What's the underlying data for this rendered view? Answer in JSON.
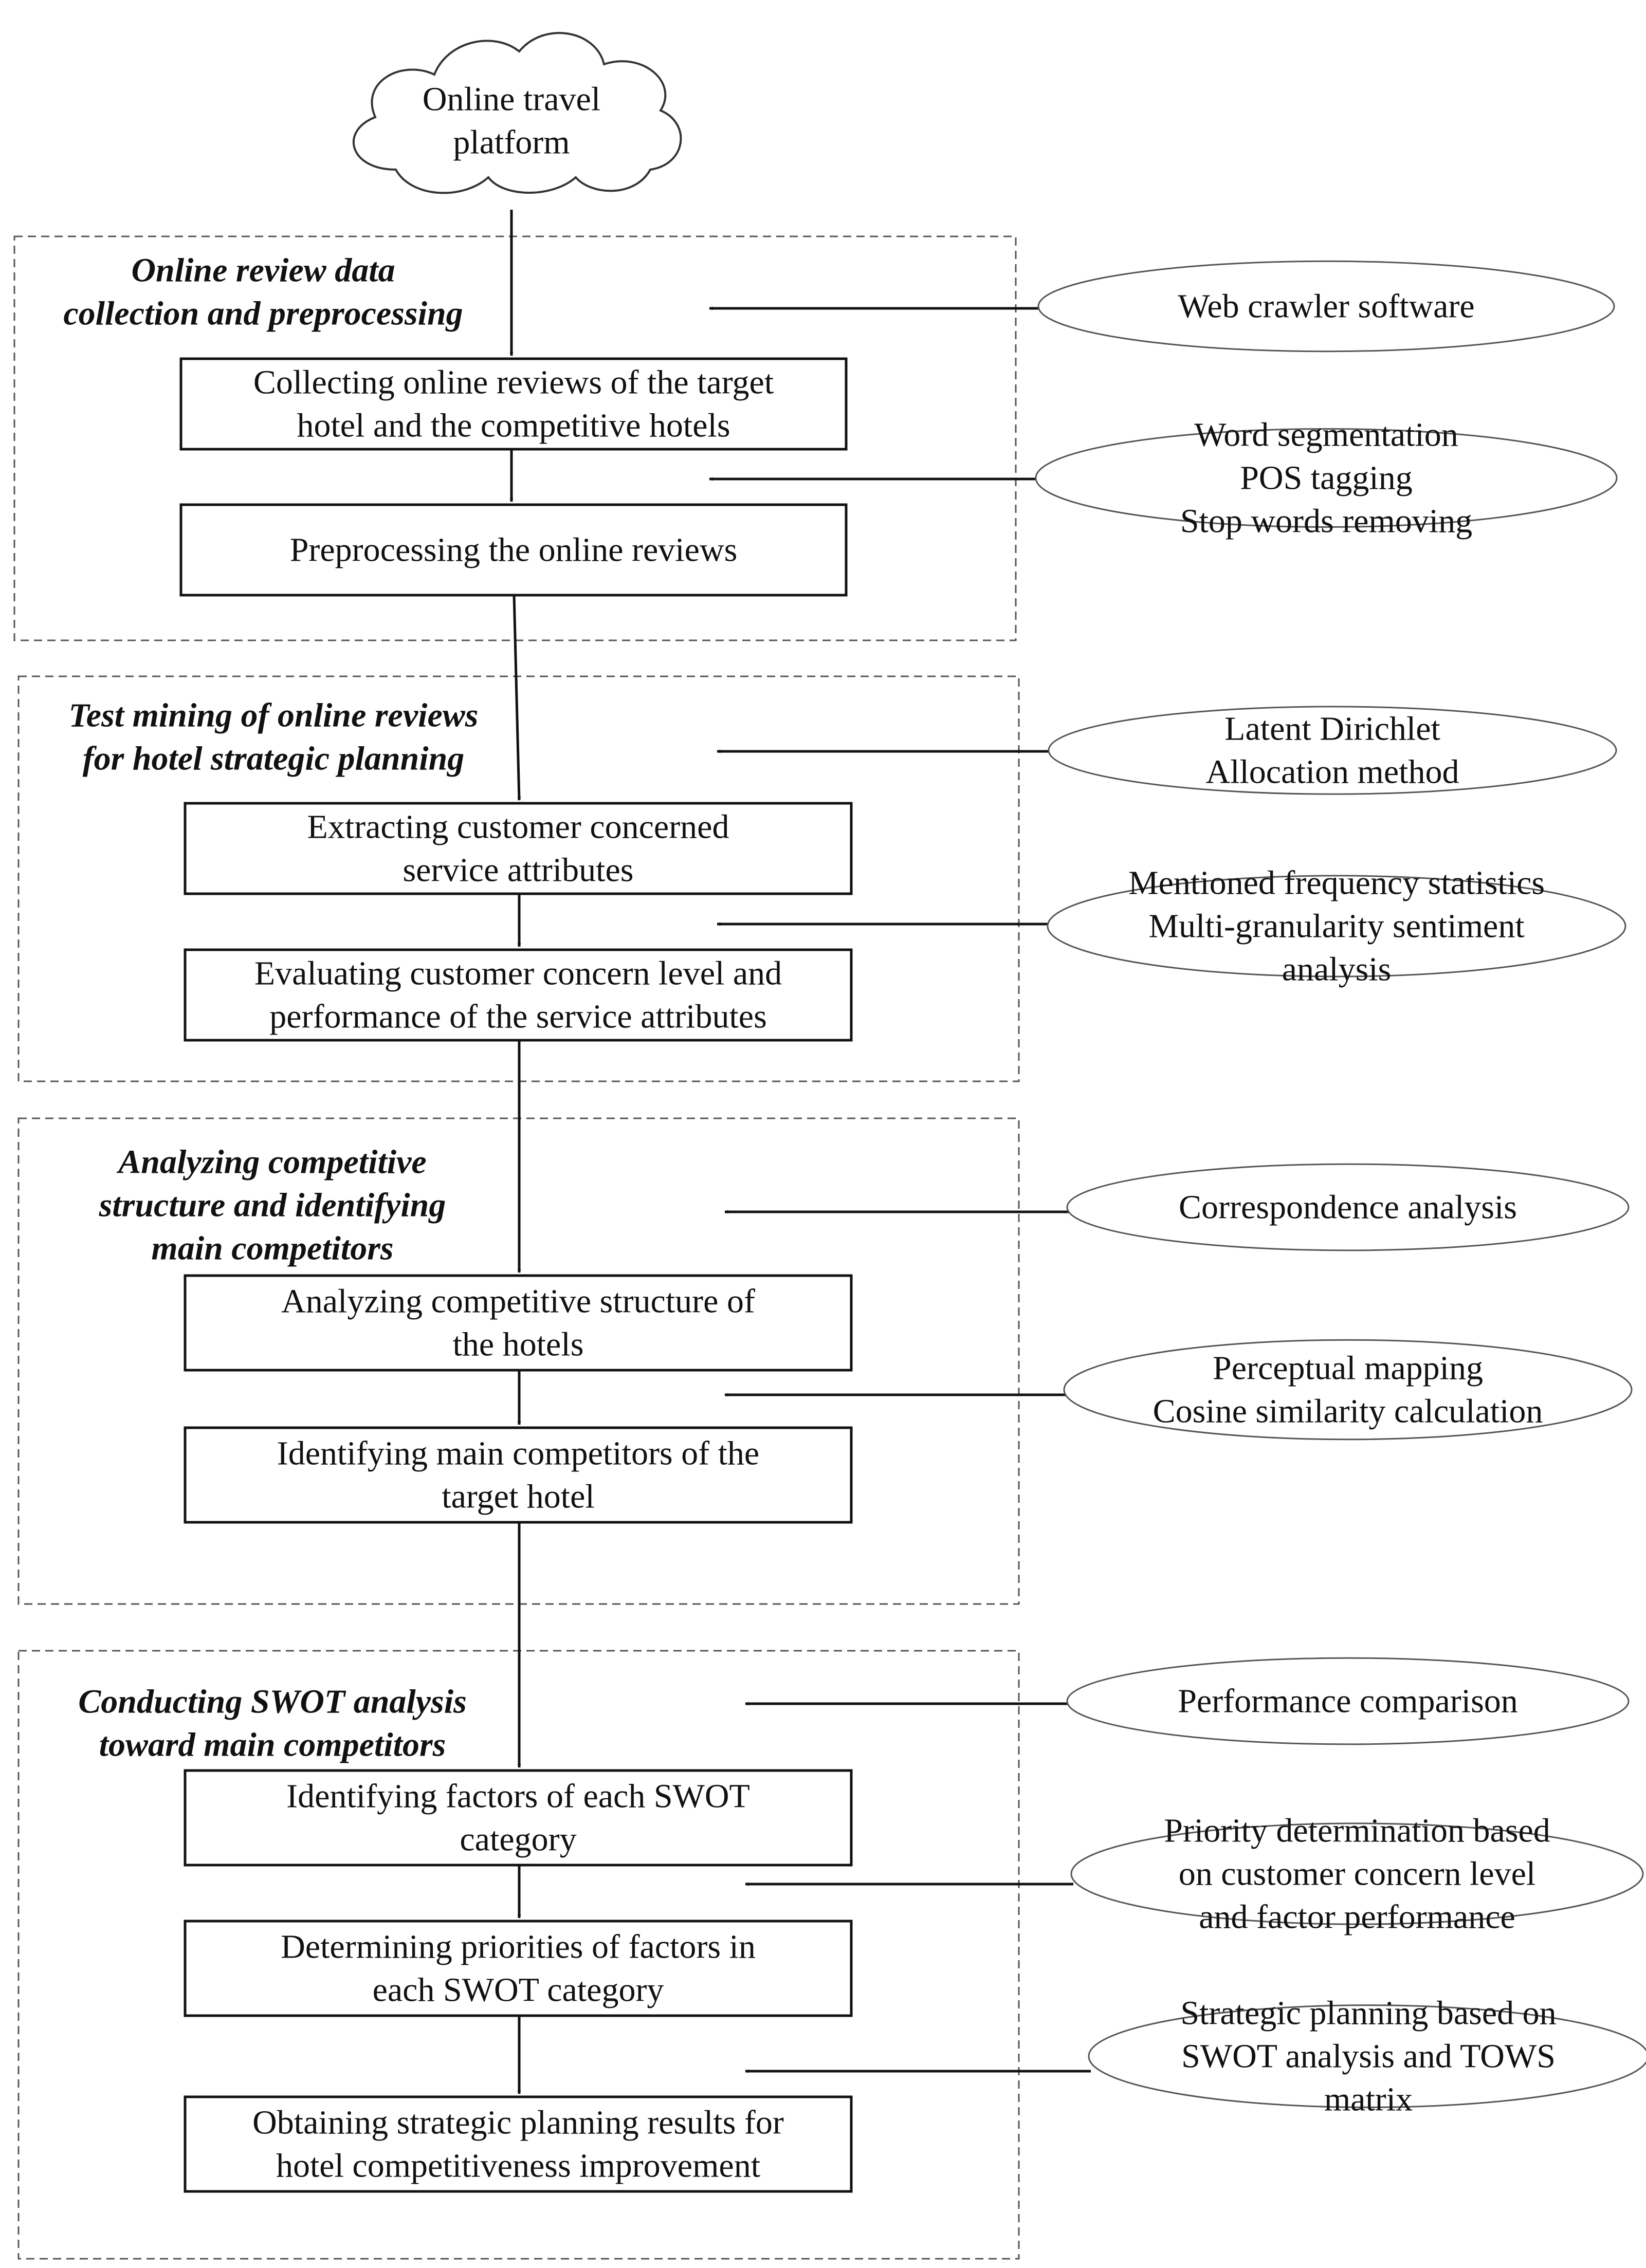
{
  "start": {
    "lines": [
      "Online travel",
      "platform"
    ]
  },
  "sections": [
    {
      "title": [
        "Online review data",
        "collection and preprocessing"
      ],
      "steps": [
        [
          "Collecting online reviews of the target",
          "hotel and the competitive hotels"
        ],
        [
          "Preprocessing the online reviews"
        ]
      ],
      "methods": [
        [
          "Web crawler software"
        ],
        [
          "Word segmentation",
          "POS tagging",
          "Stop words removing"
        ]
      ]
    },
    {
      "title": [
        "Test mining of online reviews",
        "for hotel strategic planning"
      ],
      "steps": [
        [
          "Extracting customer concerned",
          "service attributes"
        ],
        [
          "Evaluating customer concern level and",
          "performance of the service attributes"
        ]
      ],
      "methods": [
        [
          "Latent Dirichlet",
          "Allocation method"
        ],
        [
          "Mentioned frequency statistics",
          "Multi-granularity sentiment",
          "analysis"
        ]
      ]
    },
    {
      "title": [
        "Analyzing competitive",
        "structure and identifying",
        "main competitors"
      ],
      "steps": [
        [
          "Analyzing competitive structure of",
          "the hotels"
        ],
        [
          "Identifying main competitors of the",
          "target hotel"
        ]
      ],
      "methods": [
        [
          "Correspondence analysis"
        ],
        [
          "Perceptual mapping",
          "Cosine similarity calculation"
        ]
      ]
    },
    {
      "title": [
        "Conducting SWOT analysis",
        "toward main competitors"
      ],
      "steps": [
        [
          "Identifying factors of each SWOT",
          "category"
        ],
        [
          "Determining priorities of factors in",
          "each SWOT category"
        ],
        [
          "Obtaining strategic planning results for",
          "hotel competitiveness improvement"
        ]
      ],
      "methods": [
        [
          "Performance comparison"
        ],
        [
          "Priority determination based",
          "on customer concern level",
          "and factor performance"
        ],
        [
          "Strategic planning based on",
          "SWOT analysis and TOWS",
          "matrix"
        ]
      ]
    }
  ]
}
